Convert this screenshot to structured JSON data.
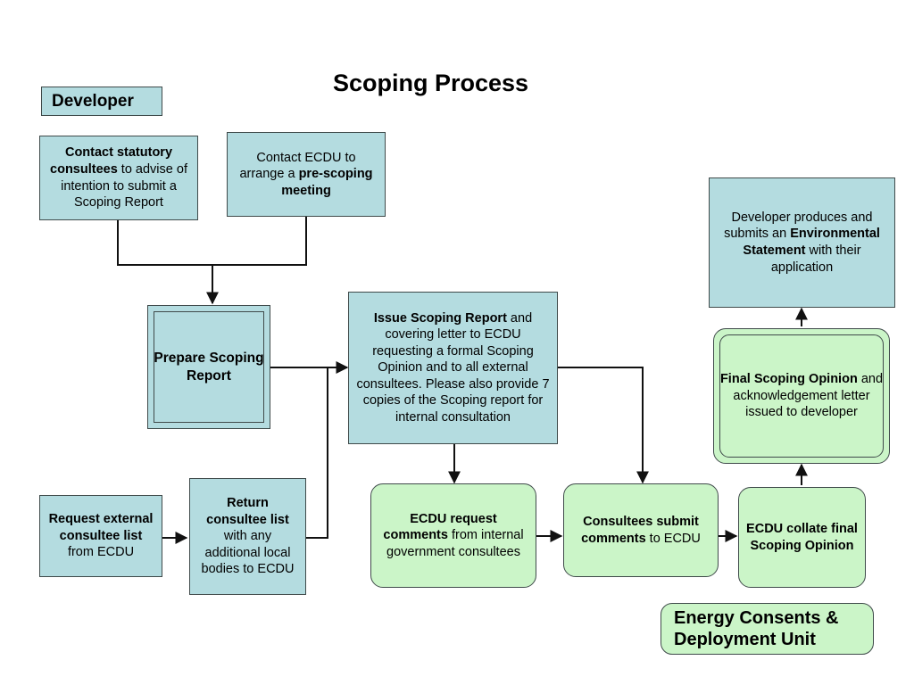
{
  "title": "Scoping Process",
  "colors": {
    "blue": "#b4dce0",
    "green": "#cbf5c8",
    "stroke": "#3f4a4a",
    "text": "#000000",
    "background": "#ffffff"
  },
  "swimlane_label": "Developer",
  "legend_label": "Energy Consents & Deployment Unit",
  "nodes": {
    "contact_statutory": {
      "segments": [
        {
          "text": "Contact statutory consultees",
          "bold": true
        },
        {
          "text": " to advise of intention to submit a Scoping Report",
          "bold": false
        }
      ],
      "plain": "Contact statutory consultees to advise of intention to submit a Scoping Report",
      "style": "blue",
      "shape": "rect"
    },
    "contact_ecdu": {
      "segments": [
        {
          "text": "Contact ECDU to arrange a ",
          "bold": false
        },
        {
          "text": "pre-scoping meeting",
          "bold": true
        }
      ],
      "plain": "Contact ECDU to arrange a pre-scoping meeting",
      "style": "blue",
      "shape": "rect"
    },
    "prepare_scoping": {
      "segments": [
        {
          "text": "Prepare Scoping Report",
          "bold": true
        }
      ],
      "plain": "Prepare Scoping Report",
      "style": "blue",
      "shape": "double-rect"
    },
    "issue_scoping": {
      "segments": [
        {
          "text": "Issue Scoping Report",
          "bold": true
        },
        {
          "text": " and covering letter to ECDU requesting a formal Scoping Opinion and to all external consultees. Please also provide 7 copies of the Scoping report for internal consultation",
          "bold": false
        }
      ],
      "plain": "Issue Scoping Report and covering letter to ECDU requesting a formal Scoping Opinion and to all external consultees. Please also provide 7 copies of the Scoping report for internal consultation",
      "style": "blue",
      "shape": "rect"
    },
    "request_external": {
      "segments": [
        {
          "text": "Request external consultee list",
          "bold": true
        },
        {
          "text": " from ECDU",
          "bold": false
        }
      ],
      "plain": "Request external consultee list from ECDU",
      "style": "blue",
      "shape": "rect"
    },
    "return_consultee": {
      "segments": [
        {
          "text": "Return consultee list",
          "bold": true
        },
        {
          "text": " with any additional local bodies to ECDU",
          "bold": false
        }
      ],
      "plain": "Return consultee list with any additional local bodies to ECDU",
      "style": "blue",
      "shape": "rect"
    },
    "ecdu_request_comments": {
      "segments": [
        {
          "text": "ECDU request comments",
          "bold": true
        },
        {
          "text": " from internal government consultees",
          "bold": false
        }
      ],
      "plain": "ECDU request comments from internal government consultees",
      "style": "green",
      "shape": "rounded"
    },
    "consultees_submit": {
      "segments": [
        {
          "text": "Consultees submit comments",
          "bold": true
        },
        {
          "text": " to ECDU",
          "bold": false
        }
      ],
      "plain": "Consultees submit comments to ECDU",
      "style": "green",
      "shape": "rounded"
    },
    "ecdu_collate": {
      "segments": [
        {
          "text": "ECDU  collate final Scoping Opinion",
          "bold": true
        }
      ],
      "plain": "ECDU  collate final Scoping Opinion",
      "style": "green",
      "shape": "rounded"
    },
    "final_scoping_opinion": {
      "segments": [
        {
          "text": "Final Scoping Opinion",
          "bold": true
        },
        {
          "text": " and acknowledgement letter issued to developer",
          "bold": false
        }
      ],
      "plain": "Final Scoping Opinion and acknowledgement letter issued to developer",
      "style": "green",
      "shape": "double-rounded"
    },
    "developer_produces": {
      "segments": [
        {
          "text": "Developer produces and submits an ",
          "bold": false
        },
        {
          "text": "Environmental Statement",
          "bold": true
        },
        {
          "text": " with their application",
          "bold": false
        }
      ],
      "plain": "Developer produces and submits an Environmental Statement with their application",
      "style": "blue",
      "shape": "rect"
    }
  },
  "edges": [
    {
      "from": "contact_statutory",
      "to": "prepare_scoping",
      "kind": "merge-down"
    },
    {
      "from": "contact_ecdu",
      "to": "prepare_scoping",
      "kind": "merge-down"
    },
    {
      "from": "prepare_scoping",
      "to": "issue_scoping",
      "kind": "right"
    },
    {
      "from": "request_external",
      "to": "return_consultee",
      "kind": "right"
    },
    {
      "from": "return_consultee",
      "to": "issue_scoping",
      "kind": "right-up"
    },
    {
      "from": "issue_scoping",
      "to": "ecdu_request_comments",
      "kind": "down"
    },
    {
      "from": "issue_scoping",
      "to": "consultees_submit",
      "kind": "right-down"
    },
    {
      "from": "ecdu_request_comments",
      "to": "consultees_submit",
      "kind": "right"
    },
    {
      "from": "consultees_submit",
      "to": "ecdu_collate",
      "kind": "right"
    },
    {
      "from": "ecdu_collate",
      "to": "final_scoping_opinion",
      "kind": "up"
    },
    {
      "from": "final_scoping_opinion",
      "to": "developer_produces",
      "kind": "up"
    }
  ]
}
